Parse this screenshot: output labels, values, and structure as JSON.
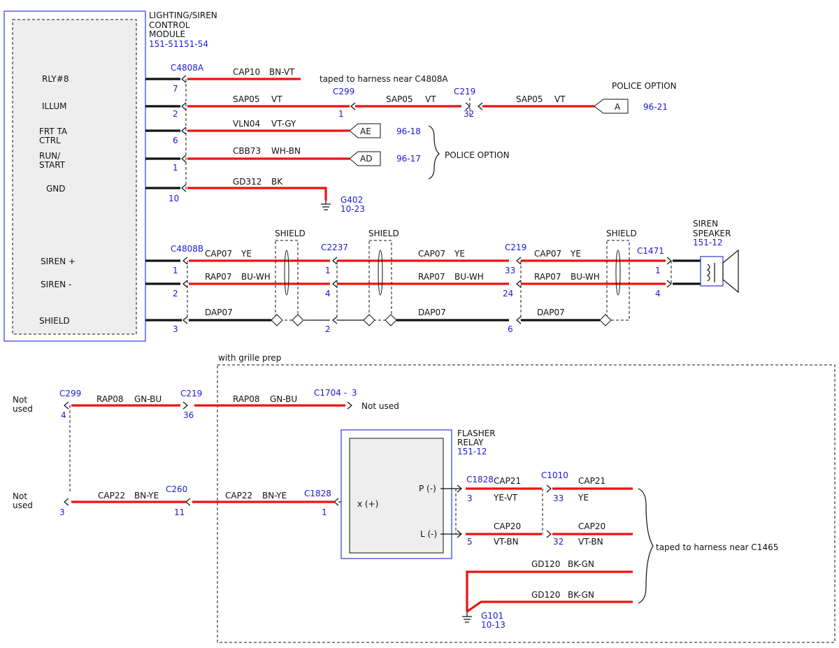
{
  "module": {
    "title_lines": [
      "LIGHTING/SIREN",
      "CONTROL",
      "MODULE"
    ],
    "part": "151-51151-54",
    "pins": [
      "RLY#8",
      "ILLUM",
      "FRT TA",
      "CTRL",
      "RUN/",
      "START",
      "GND",
      "SIREN +",
      "SIREN -",
      "SHIELD"
    ]
  },
  "connectors": {
    "c4808a": "C4808A",
    "c299": "C299",
    "c219": "C219",
    "c4808b": "C4808B",
    "c2237": "C2237",
    "c1471": "C1471",
    "c1704": "C1704 -",
    "c1704_pin": "3",
    "c260": "C260",
    "c1828": "C1828",
    "c1010": "C1010"
  },
  "pins": {
    "p7": "7",
    "p2": "2",
    "p6": "6",
    "p1": "1",
    "p10": "10",
    "p1b": "1",
    "p32": "32",
    "sp1": "1",
    "sp2": "2",
    "sp3": "3",
    "sp1b": "1",
    "sp4": "4",
    "sp2b": "2",
    "sp33": "33",
    "sp24": "24",
    "sp6": "6",
    "sp1c": "1",
    "sp4b": "4",
    "lp4": "4",
    "lp36": "36",
    "lp3": "3",
    "lp11": "11",
    "lp1": "1",
    "fp3": "3",
    "fp5": "5",
    "fp33": "33",
    "fp32": "32"
  },
  "wires": {
    "cap10": "CAP10",
    "cap10_color": "BN-VT",
    "taped1": "taped to harness near C4808A",
    "sap05": "SAP05",
    "sap05_color": "VT",
    "vln04": "VLN04",
    "vln04_color": "VT-GY",
    "cbb73": "CBB73",
    "cbb73_color": "WH-BN",
    "gd312": "GD312",
    "gd312_color": "BK",
    "cap07": "CAP07",
    "cap07_color": "YE",
    "rap07": "RAP07",
    "rap07_color": "BU-WH",
    "dap07": "DAP07",
    "rap08": "RAP08",
    "rap08_color": "GN-BU",
    "cap22": "CAP22",
    "cap22_color": "BN-YE",
    "cap21": "CAP21",
    "cap21_color1": "YE-VT",
    "cap21_color2": "YE",
    "cap20": "CAP20",
    "cap20_color": "VT-BN",
    "gd120": "GD120",
    "gd120_color": "BK-GN"
  },
  "refs": {
    "police_option": "POLICE OPTION",
    "flag_a": "A",
    "ref_a": "96-21",
    "flag_ae": "AE",
    "ref_ae": "96-18",
    "flag_ad": "AD",
    "ref_ad": "96-17",
    "police_option2": "POLICE OPTION",
    "g402": "G402",
    "g402_ref": "10-23",
    "shield": "SHIELD",
    "speaker_lines": [
      "SIREN",
      "SPEAKER"
    ],
    "speaker_ref": "151-12",
    "grille": "with grille prep",
    "not_used": "Not used",
    "not_used_lines": [
      "Not",
      "used"
    ],
    "relay_lines": [
      "FLASHER",
      "RELAY"
    ],
    "relay_ref": "151-12",
    "relay_x": "x (+)",
    "relay_p": "P (-)",
    "relay_l": "L (-)",
    "taped2": "taped to harness near C1465",
    "g101": "G101",
    "g101_ref": "10-13"
  },
  "colors": {
    "wire_red": "#ee1111",
    "wire_black": "#111111",
    "ref_blue": "#1a1ad6",
    "module_border": "#2b3bd6",
    "module_fill": "#eeeeee"
  }
}
